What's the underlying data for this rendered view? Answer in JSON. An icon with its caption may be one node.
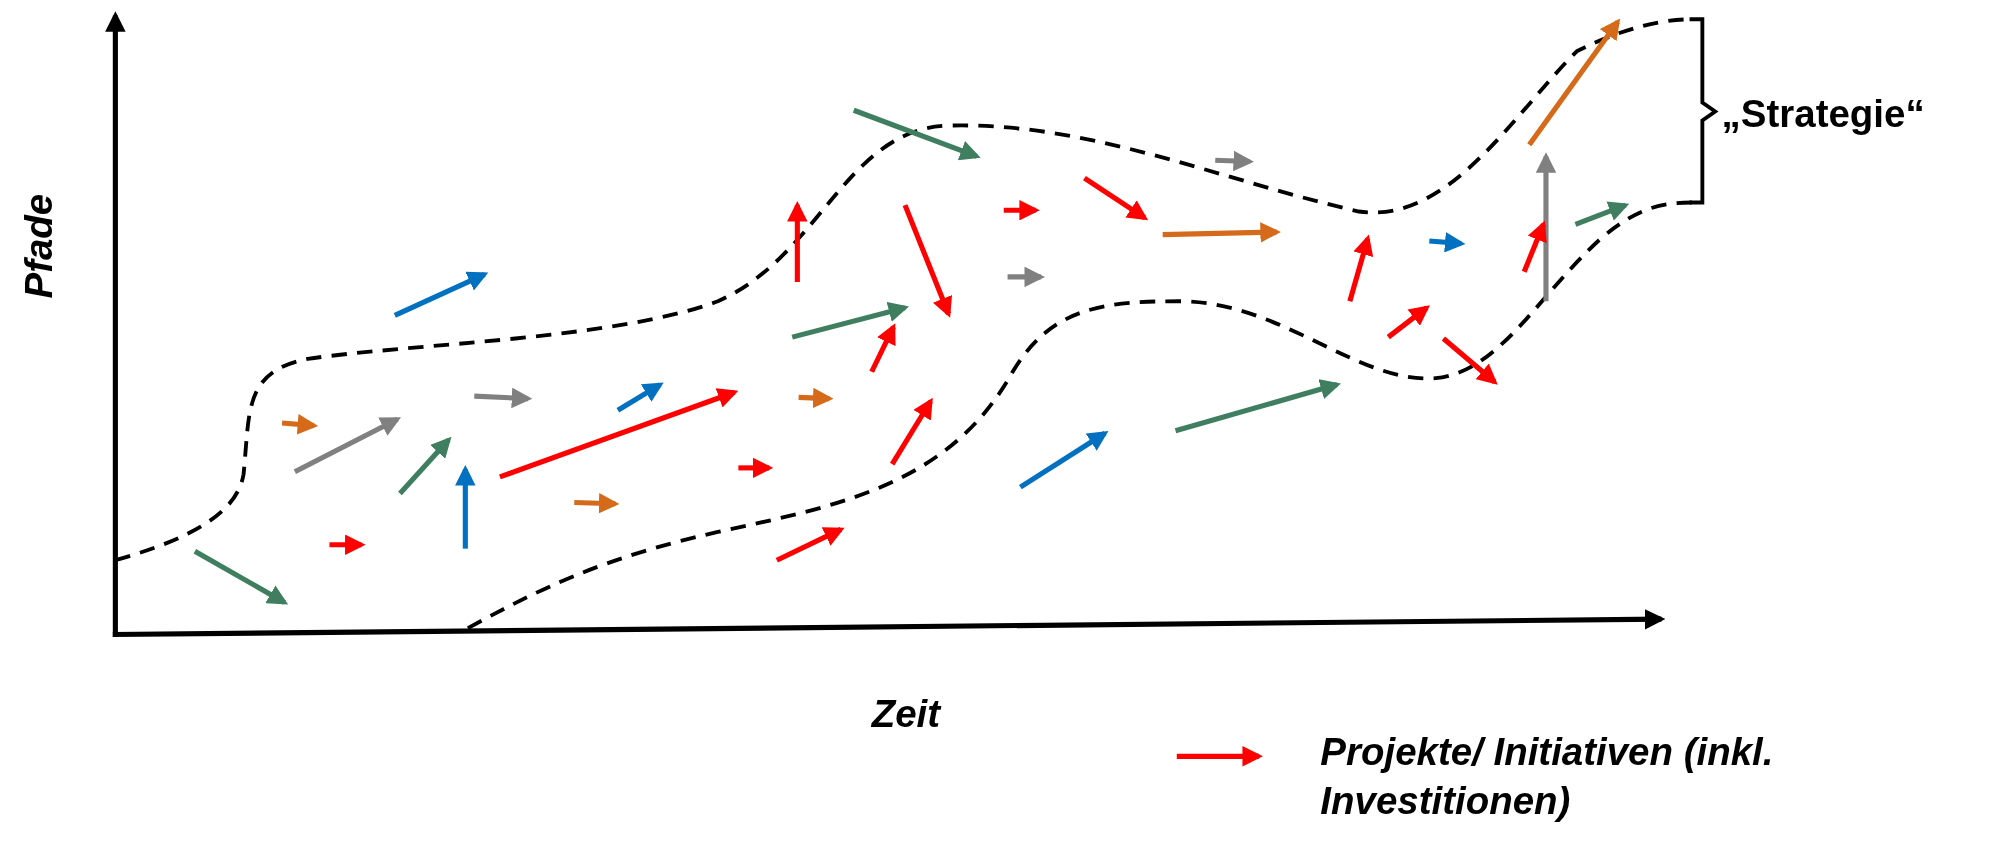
{
  "diagram": {
    "labels": [
      "Pfade",
      "Zeit",
      "„Strategie“"
    ],
    "legend": [
      {
        "text": "Projekte/ Initiativen (inkl. Investitionen)"
      }
    ]
  }
}
